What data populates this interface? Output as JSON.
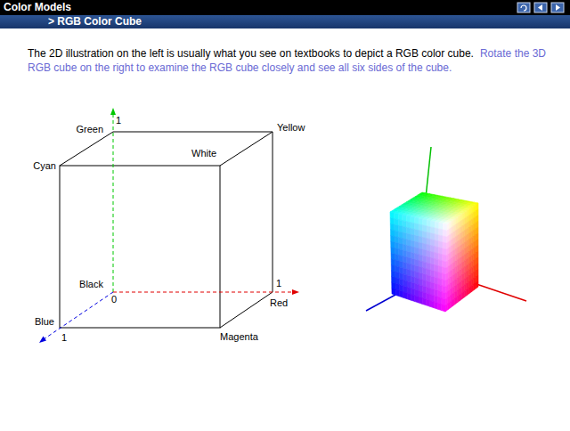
{
  "diagram": {
    "title": "Color Models",
    "labels": [
      "> RGB Color Cube",
      "The 2D illustration on the left is usually what you see on textbooks to depict a RGB color cube.",
      "Rotate the 3D RGB cube on the right to examine the RGB cube closely and see all six sides of the cube.",
      "Green",
      "1",
      "Yellow",
      "Cyan",
      "White",
      "Black",
      "0",
      "1",
      "Red",
      "Blue",
      "1",
      "Magenta"
    ]
  }
}
